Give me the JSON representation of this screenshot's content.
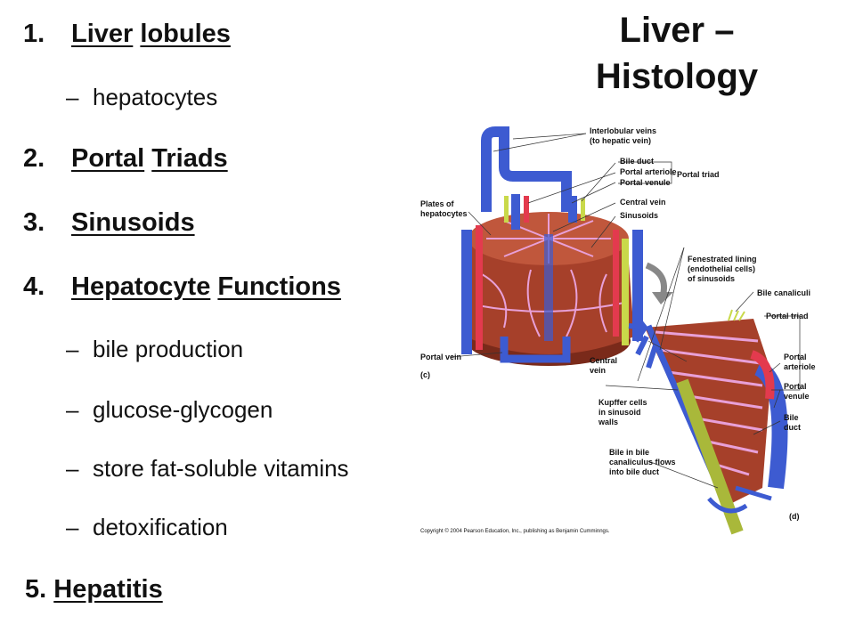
{
  "title": {
    "line1": "Liver –",
    "line2": "Histology"
  },
  "outline": [
    {
      "num": "1.",
      "words": [
        "Liver",
        "lobules"
      ]
    },
    {
      "sub": "hepatocytes"
    },
    {
      "num": "2.",
      "words": [
        "Portal",
        "Triads"
      ]
    },
    {
      "num": "3.",
      "words": [
        "Sinusoids"
      ]
    },
    {
      "num": "4.",
      "words": [
        "Hepatocyte",
        "Functions"
      ]
    },
    {
      "sub": "bile production"
    },
    {
      "sub": "glucose-glycogen"
    },
    {
      "sub": "store fat-soluble vitamins"
    },
    {
      "sub": "detoxification"
    },
    {
      "num": "5.",
      "words": [
        "Hepatitis"
      ]
    }
  ],
  "dash": "–",
  "figure": {
    "labels": {
      "interlobular_veins": "Interlobular veins",
      "to_hepatic_vein": "(to hepatic vein)",
      "bile_duct": "Bile duct",
      "portal_arteriole": "Portal arteriole",
      "portal_venule": "Portal venule",
      "portal_triad": "Portal triad",
      "central_vein": "Central vein",
      "sinusoids": "Sinusoids",
      "plates_of": "Plates of",
      "hepatocytes": "hepatocytes",
      "fenestrated1": "Fenestrated lining",
      "fenestrated2": "(endothelial cells)",
      "fenestrated3": "of sinusoids",
      "bile_canaliculi": "Bile canaliculi",
      "portal_triad_d": "Portal triad",
      "portal_vein": "Portal vein",
      "panel_c": "(c)",
      "central": "Central",
      "vein": "vein",
      "portal_arteriole_d1": "Portal",
      "portal_arteriole_d2": "arteriole",
      "portal_venule_d1": "Portal",
      "portal_venule_d2": "venule",
      "kupffer1": "Kupffer cells",
      "kupffer2": "in sinusoid",
      "kupffer3": "walls",
      "bile_duct_d1": "Bile",
      "bile_duct_d2": "duct",
      "bile_in1": "Bile in bile",
      "bile_in2": "canaliculus flows",
      "bile_in3": "into bile duct",
      "panel_d": "(d)",
      "copyright": "Copyright © 2004 Pearson Education, Inc., publishing as Benjamin Cumminngs."
    }
  },
  "colors": {
    "vein": "#3d5bd1",
    "artery": "#e33a4e",
    "bile": "#c9d94a",
    "tissue": "#a6402a",
    "sinusoid": "#e8a0d8"
  }
}
